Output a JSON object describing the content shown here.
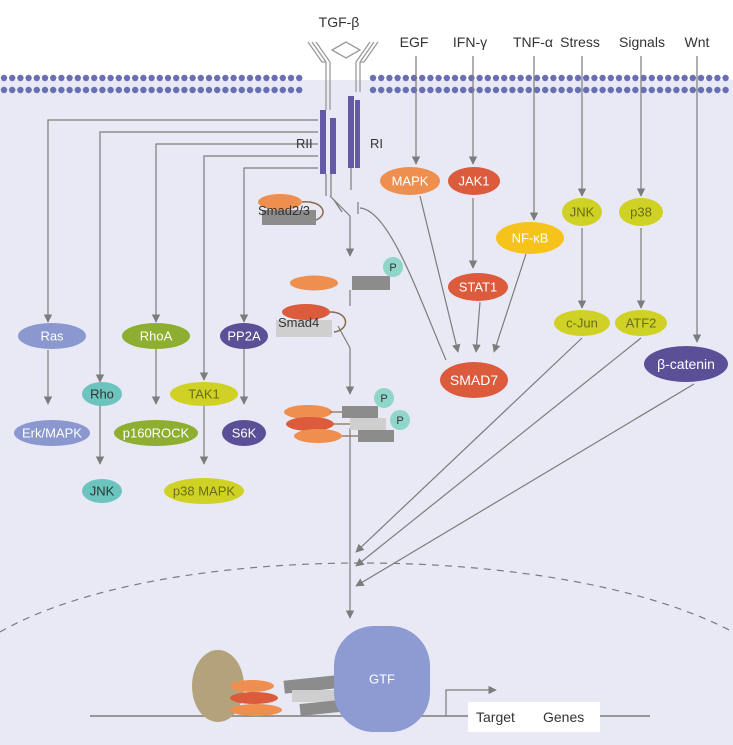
{
  "ligands": {
    "tgfb": "TGF-β",
    "egf": "EGF",
    "ifng": "IFN-γ",
    "tnfa": "TNF-α",
    "stress": "Stress",
    "signals": "Signals",
    "wnt": "Wnt"
  },
  "receptors": {
    "rii": "RII",
    "ri": "RI"
  },
  "smads": {
    "smad23": "Smad2/3",
    "smad4": "Smad4",
    "p": "P"
  },
  "nodes": {
    "ras": "Ras",
    "erk_mapk": "Erk/MAPK",
    "rho": "Rho",
    "jnk_left": "JNK",
    "rhoa": "RhoA",
    "p160rock": "p160ROCK",
    "tak1": "TAK1",
    "p38mapk": "p38 MAPK",
    "pp2a": "PP2A",
    "s6k": "S6K",
    "mapk": "MAPK",
    "jak1": "JAK1",
    "stat1": "STAT1",
    "nfkb": "NF-κB",
    "smad7": "SMAD7",
    "jnk": "JNK",
    "cjun": "c-Jun",
    "p38": "p38",
    "atf2": "ATF2",
    "bcatenin": "β-catenin"
  },
  "nucleus": {
    "gtf": "GTF",
    "target": "Target",
    "genes": "Genes"
  },
  "colors": {
    "cytoplasm": "#e8e9f4",
    "membrane_dots": "#6a6fb4",
    "receptor": "#6459a6",
    "orange": "#ef8f4f",
    "red": "#db5b3c",
    "yellow": "#cfd224",
    "green": "#8dae2f",
    "purple": "#5b4f97",
    "lavender": "#8a98cf",
    "teal": "#6cc4bf",
    "gray": "#8c8c8c",
    "light_gray": "#cfcfcf",
    "tan": "#b3a27b",
    "gtf": "#8d9bd2",
    "line": "#7c7c7c"
  }
}
